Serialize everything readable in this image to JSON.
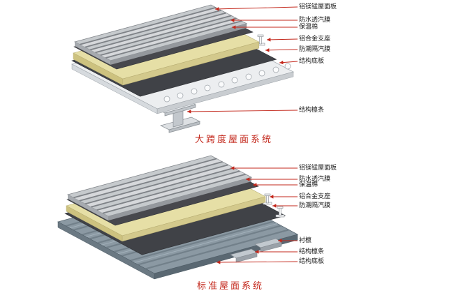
{
  "colors": {
    "accent_red": "#c3271b",
    "panel_gray": "#c6cacd",
    "insulation_yellow": "#e6dfa6",
    "membrane_dark": "#404247",
    "deck_white": "#eceef0",
    "corrugated_blue_gray": "#8b99a3"
  },
  "diagrams": [
    {
      "title": "大跨度屋面系统",
      "labels": [
        "铝镁锰屋面板",
        "防水透汽膜",
        "保温棉",
        "铝合金支座",
        "防潮隔汽膜",
        "结构底板",
        "结构檩条"
      ]
    },
    {
      "title": "标准屋面系统",
      "labels": [
        "铝镁锰屋面板",
        "防水透汽膜",
        "保温棉",
        "铝合金支座",
        "防潮隔汽膜",
        "衬檩",
        "结构檩条",
        "结构底板"
      ]
    }
  ]
}
